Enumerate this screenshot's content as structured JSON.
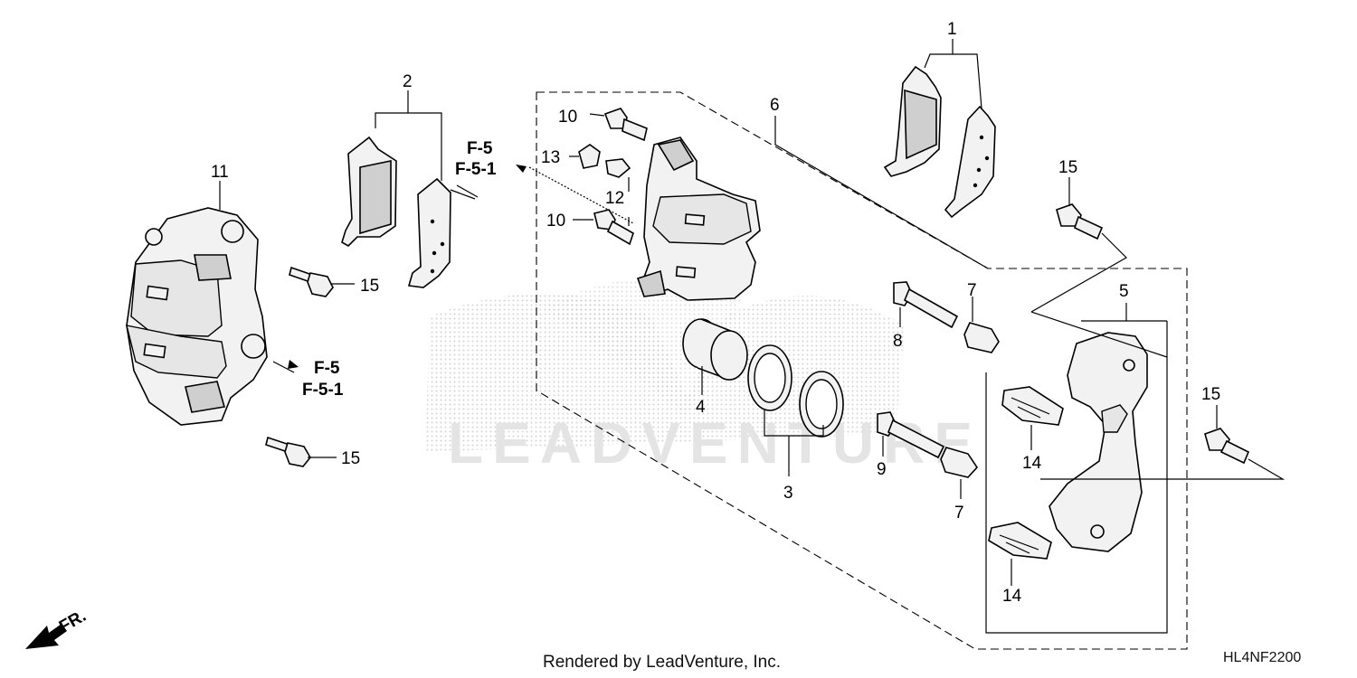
{
  "diagram": {
    "callouts": [
      "1",
      "2",
      "3",
      "4",
      "5",
      "6",
      "7",
      "7",
      "8",
      "9",
      "10",
      "10",
      "11",
      "12",
      "13",
      "14",
      "14",
      "15",
      "15",
      "15",
      "15"
    ],
    "references": [
      "F-5",
      "F-5-1",
      "F-5",
      "F-5-1"
    ],
    "direction_label": "FR.",
    "watermark": "LEADVENTURE",
    "footer_text": "Rendered by LeadVenture, Inc.",
    "diagram_code": "HL4NF2200"
  }
}
